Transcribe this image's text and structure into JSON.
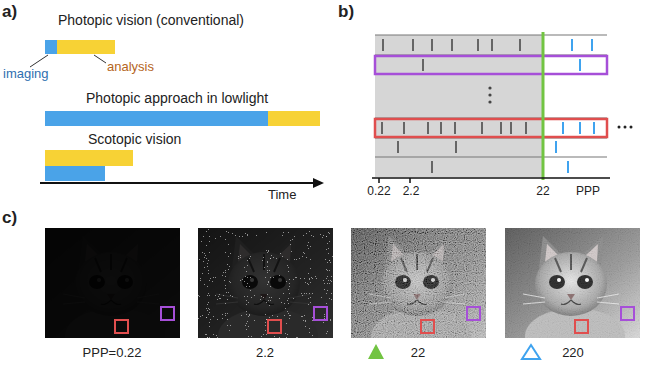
{
  "diagram": {
    "labels": [
      "a)",
      "Photopic vision (conventional)",
      "imaging",
      "analysis",
      "Photopic approach in lowlight",
      "Scotopic vision",
      "Time",
      "b)",
      "0.22",
      "2.2",
      "22",
      "PPP",
      "c)",
      "PPP=0.22",
      "2.2",
      "22",
      "220"
    ]
  }
}
